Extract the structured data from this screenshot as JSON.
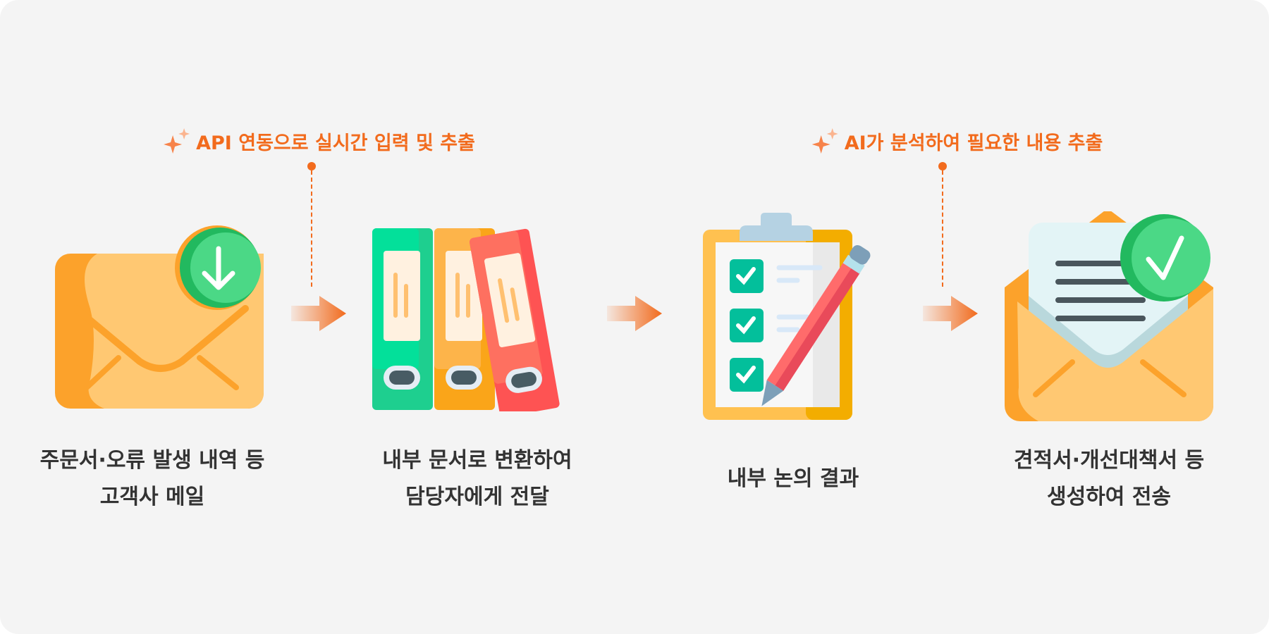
{
  "callouts": [
    {
      "label": "API 연동으로 실시간 입력 및 추출",
      "icon": "sparkle-icon"
    },
    {
      "label": "AI가 분석하여 필요한 내용 추출",
      "icon": "sparkle-icon"
    }
  ],
  "steps": [
    {
      "line1": "주문서·오류 발생 내역 등",
      "line2": "고객사 메일",
      "icon": "email-download-icon"
    },
    {
      "line1": "내부 문서로 변환하여",
      "line2": "담당자에게 전달",
      "icon": "binders-icon"
    },
    {
      "line1": "내부 논의 결과",
      "line2": "",
      "icon": "clipboard-checklist-icon"
    },
    {
      "line1": "견적서·개선대책서 등",
      "line2": "생성하여 전송",
      "icon": "email-sent-icon"
    }
  ],
  "colors": {
    "accent": "#f26b1d",
    "background": "#f4f4f4",
    "text": "#333333"
  }
}
